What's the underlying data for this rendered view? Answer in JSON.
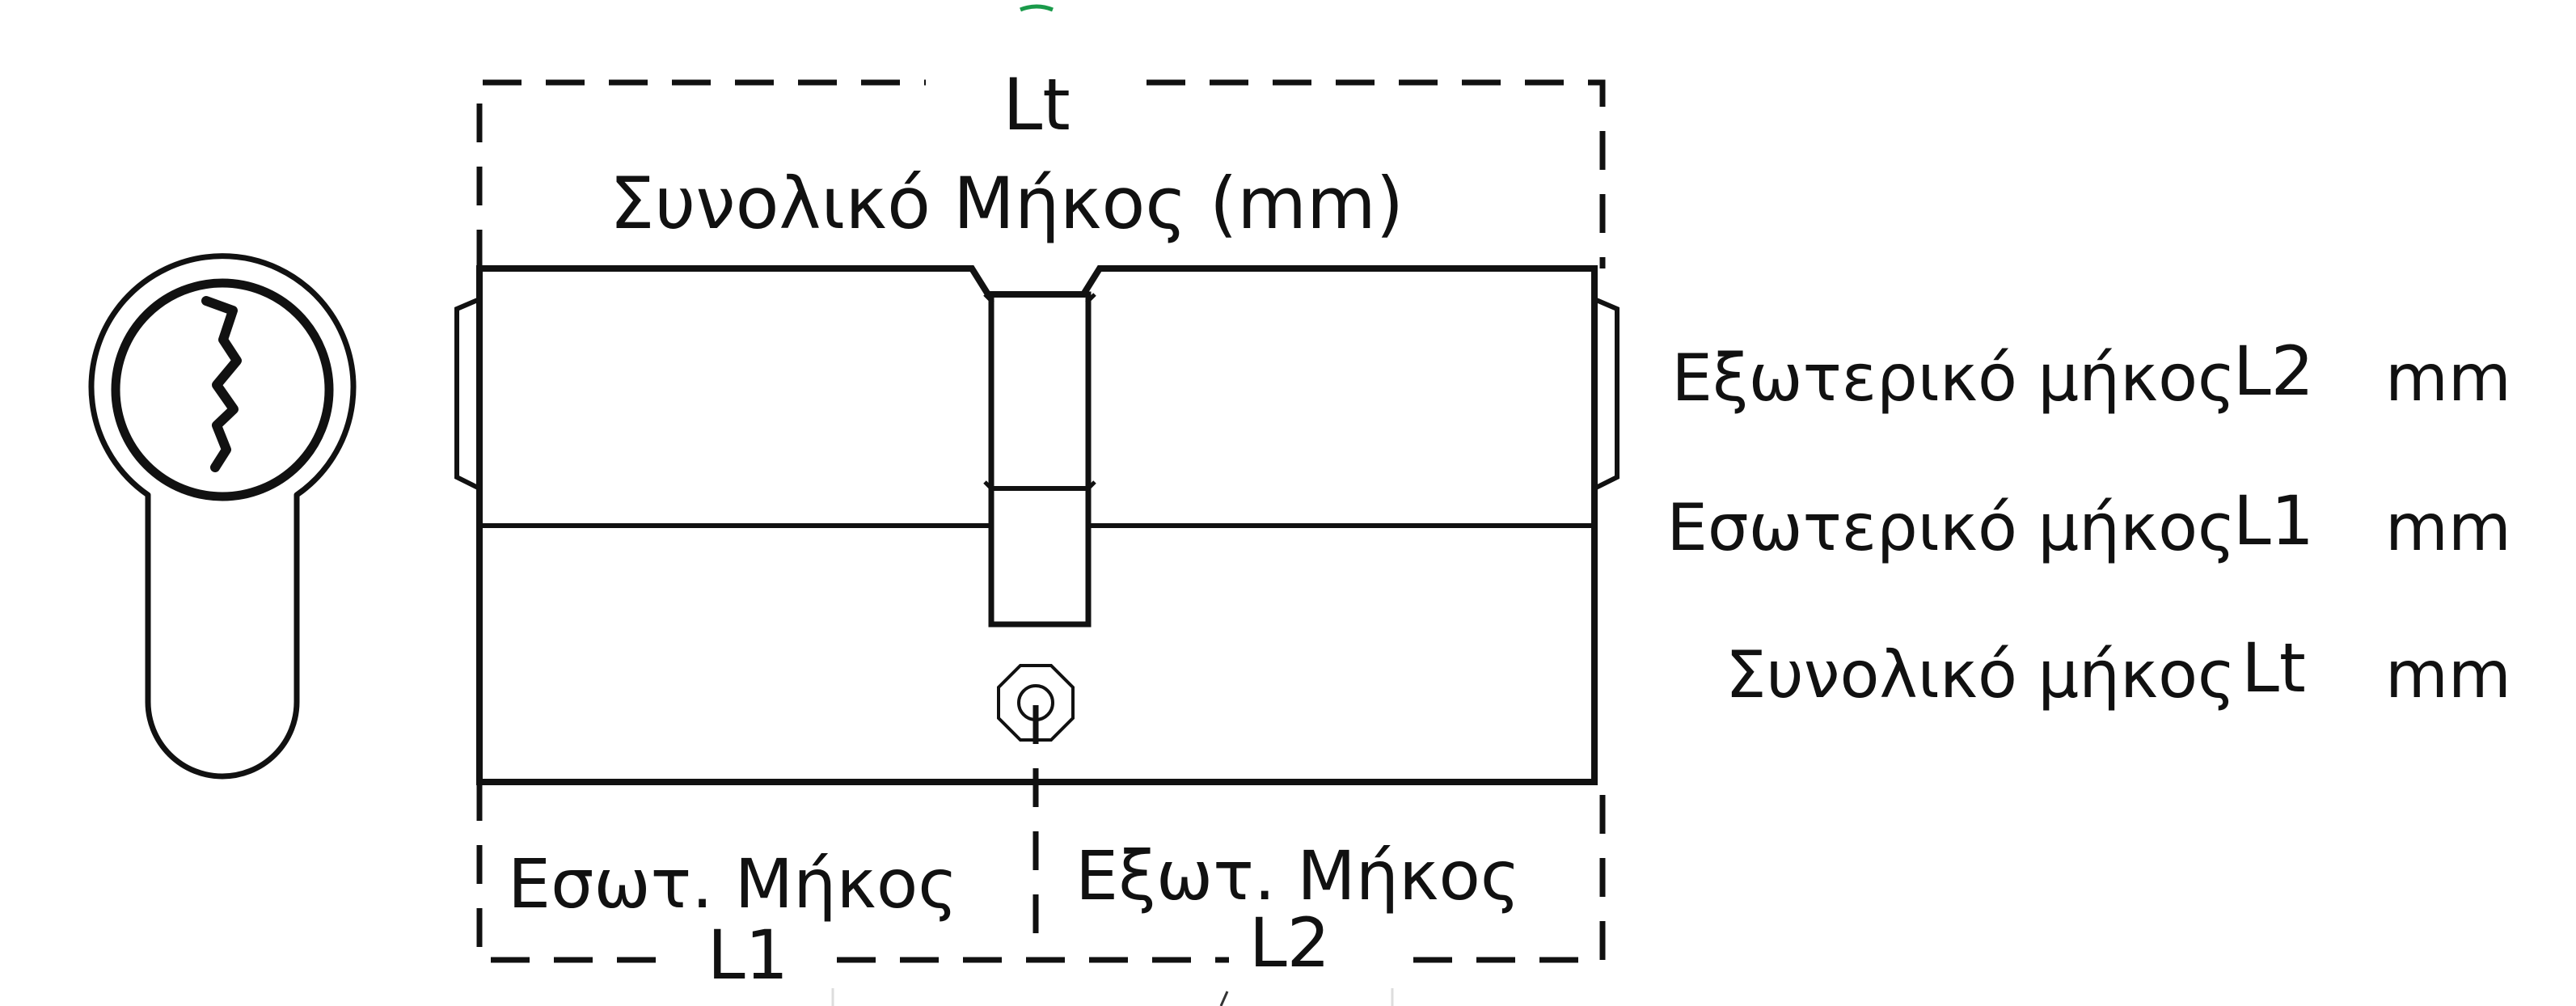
{
  "top_dimension": {
    "code": "Lt",
    "title": "Συνολικό Μήκος (mm)"
  },
  "bottom_dimensions": {
    "left_label": "Εσωτ. Μήκος",
    "left_code": "L1",
    "right_label": "Εξωτ. Μήκος",
    "right_code": "L2"
  },
  "legend": [
    {
      "label": "Εξωτερικό μήκος",
      "code": "L2",
      "unit": "mm"
    },
    {
      "label": "Εσωτερικό μήκος",
      "code": "L1",
      "unit": "mm"
    },
    {
      "label": "Συνολικό μήκος",
      "code": "Lt",
      "unit": "mm"
    }
  ],
  "colors": {
    "line": "#111111",
    "accent_dot": "#1a9a4a",
    "background": "#ffffff"
  }
}
